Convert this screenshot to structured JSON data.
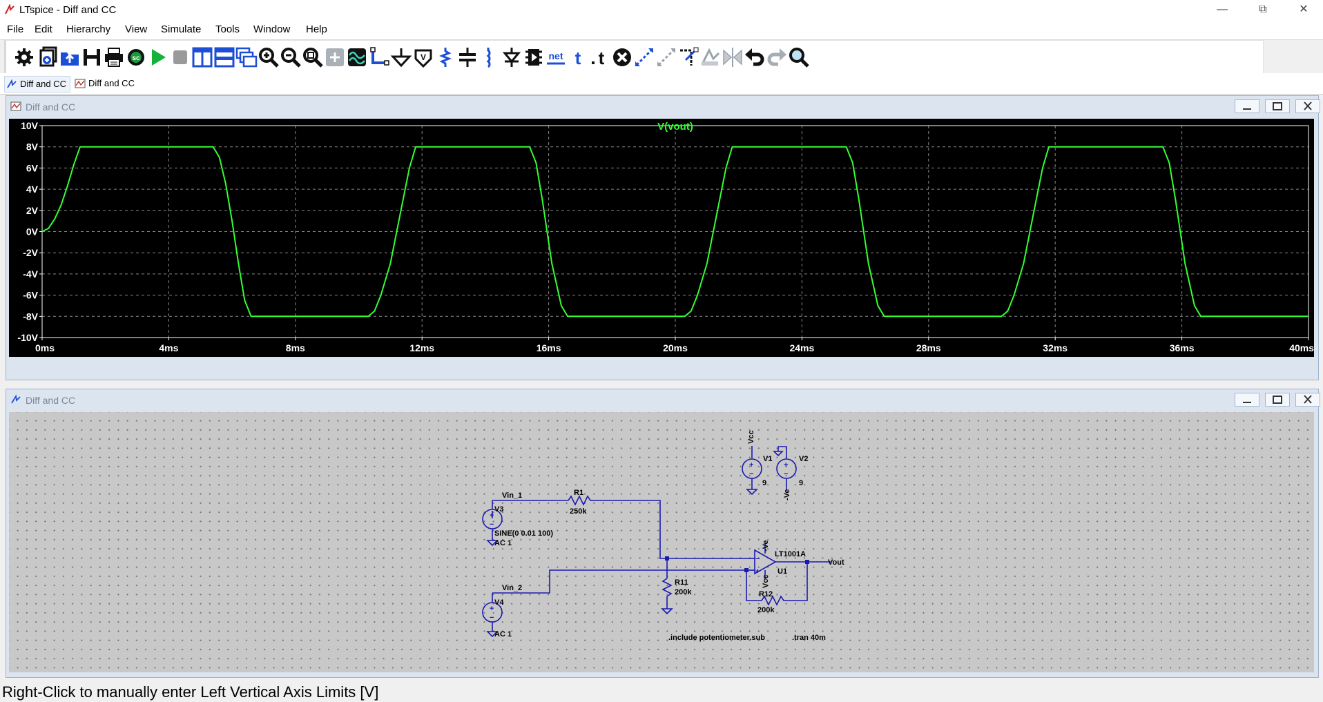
{
  "window": {
    "title": "LTspice - Diff and CC"
  },
  "menu": [
    "File",
    "Edit",
    "Hierarchy",
    "View",
    "Simulate",
    "Tools",
    "Window",
    "Help"
  ],
  "toolbar": {
    "icons": [
      "control-panel-icon",
      "new-schematic-icon",
      "open-icon",
      "save-icon",
      "print-icon",
      "setup-analysis-icon",
      "run-icon",
      "halt-icon",
      "tile-vertical-icon",
      "tile-horizontal-icon",
      "cascade-icon",
      "zoom-in-icon",
      "zoom-out-icon",
      "zoom-fit-icon",
      "zoom-area-icon",
      "autorange-icon",
      "draw-wire-icon",
      "ground-icon",
      "label-net-icon",
      "resistor-icon",
      "capacitor-icon",
      "inductor-icon",
      "diode-icon",
      "component-icon",
      "netlist-icon",
      "text-icon",
      "spice-directive-icon",
      "delete-icon",
      "duplicate-icon",
      "move-icon",
      "drag-icon",
      "rotate-icon",
      "mirror-icon",
      "undo-icon",
      "redo-icon",
      "find-icon"
    ]
  },
  "tabs": [
    {
      "label": "Diff and CC",
      "kind": "schematic",
      "active": true
    },
    {
      "label": "Diff and CC",
      "kind": "waveform",
      "active": false
    }
  ],
  "plot_window": {
    "title": "Diff and CC"
  },
  "schematic_window": {
    "title": "Diff and CC"
  },
  "chart_data": {
    "type": "line",
    "title": "V(vout)",
    "xlabel": "",
    "ylabel": "",
    "xlim": [
      0,
      40
    ],
    "ylim": [
      -10,
      10
    ],
    "x_ticks": [
      "0ms",
      "4ms",
      "8ms",
      "12ms",
      "16ms",
      "20ms",
      "24ms",
      "28ms",
      "32ms",
      "36ms",
      "40ms"
    ],
    "y_ticks": [
      "10V",
      "8V",
      "6V",
      "4V",
      "2V",
      "0V",
      "-2V",
      "-4V",
      "-6V",
      "-8V",
      "-10V"
    ],
    "grid": true,
    "series": [
      {
        "name": "V(vout)",
        "color": "#33ff33",
        "x": [
          0,
          0.2,
          0.4,
          0.6,
          0.8,
          1.0,
          1.2,
          5.4,
          5.6,
          5.8,
          6.0,
          6.2,
          6.4,
          6.6,
          10.3,
          10.5,
          10.7,
          11.0,
          11.3,
          11.6,
          11.8,
          15.4,
          15.6,
          15.8,
          16.1,
          16.4,
          16.6,
          20.3,
          20.5,
          20.7,
          21.0,
          21.3,
          21.6,
          21.8,
          25.4,
          25.6,
          25.8,
          26.1,
          26.4,
          26.6,
          30.3,
          30.5,
          30.7,
          31.0,
          31.3,
          31.6,
          31.8,
          35.4,
          35.6,
          35.8,
          36.1,
          36.4,
          36.6,
          40
        ],
        "y": [
          0,
          0.3,
          1.2,
          2.5,
          4.3,
          6.3,
          8.0,
          8.0,
          7.0,
          4.5,
          1.0,
          -3.0,
          -6.5,
          -8.0,
          -8.0,
          -7.5,
          -6.0,
          -3.0,
          1.5,
          6.0,
          8.0,
          8.0,
          6.5,
          3.0,
          -3.0,
          -7.0,
          -8.0,
          -8.0,
          -7.5,
          -6.0,
          -3.0,
          1.5,
          6.0,
          8.0,
          8.0,
          6.5,
          3.0,
          -3.0,
          -7.0,
          -8.0,
          -8.0,
          -7.5,
          -6.0,
          -3.0,
          1.5,
          6.0,
          8.0,
          8.0,
          6.5,
          3.0,
          -3.0,
          -7.0,
          -8.0,
          -8.0
        ]
      }
    ]
  },
  "schematic": {
    "labels": {
      "vcc_flag": "Vcc",
      "v1": "V1",
      "v1_value": "9",
      "v2": "V2",
      "v2_value": "9",
      "ve_flag": "-Ve",
      "vin1": "Vin_1",
      "r1": "R1",
      "r1_value": "250k",
      "v3": "V3",
      "v3_value": "SINE(0 0.01 100)",
      "v3_ac": "AC 1",
      "opamp_ve": "-Ve",
      "opamp_part": "LT1001A",
      "opamp_ref": "U1",
      "opamp_vcc": "Vcc",
      "vout": "Vout",
      "r11": "R11",
      "r11_value": "200k",
      "r12": "R12",
      "r12_value": "200k",
      "vin2": "Vin_2",
      "v4": "V4",
      "v4_ac": "AC 1",
      "include_directive": ".include potentiometer.sub",
      "tran_directive": ".tran 40m"
    }
  },
  "status": {
    "text": "Right-Click to manually enter Left Vertical Axis Limits [V]"
  }
}
